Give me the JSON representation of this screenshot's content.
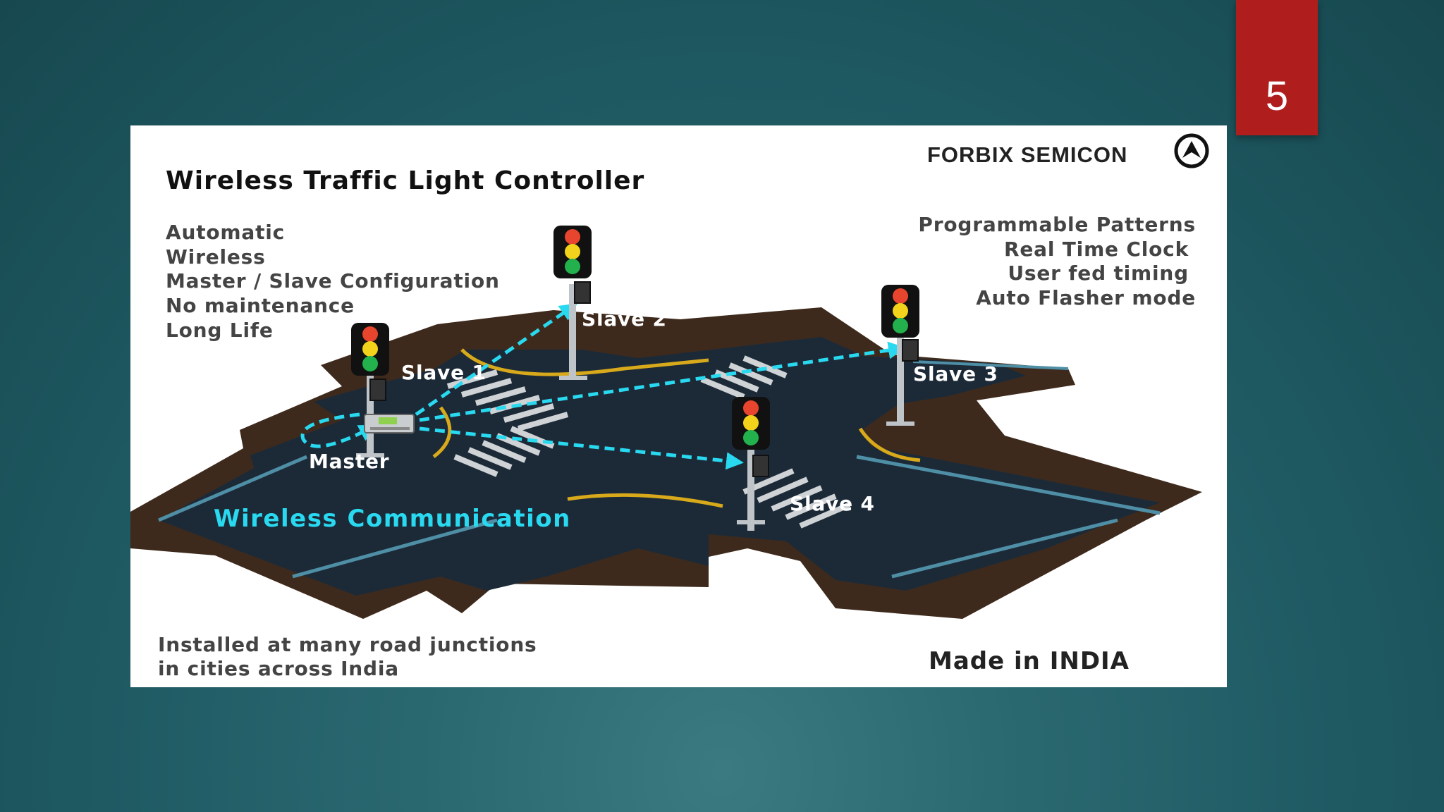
{
  "slide": {
    "number": "5"
  },
  "diagram": {
    "title": "Wireless Traffic Light Controller",
    "brand": "FORBIX SEMICON",
    "features_left": [
      "Automatic",
      "Wireless",
      "Master / Slave Configuration",
      "No maintenance",
      "Long Life"
    ],
    "features_right": [
      "Programmable Patterns",
      "Real Time Clock",
      "User fed timing",
      "Auto Flasher mode"
    ],
    "labels": {
      "slave1": "Slave 1",
      "slave2": "Slave 2",
      "slave3": "Slave 3",
      "slave4": "Slave 4",
      "master": "Master"
    },
    "wireless_label": "Wireless Communication",
    "installed": [
      "Installed at many road junctions",
      "in cities across India"
    ],
    "made_in": "Made in INDIA",
    "colors": {
      "slide_number_bg": "#b01d1d",
      "road": "#1c2a38",
      "sidewalk": "#3e2a1c",
      "signal_link": "#29d9f0",
      "light_red": "#e8452f",
      "light_yellow": "#f2d21b",
      "light_green": "#22b14c"
    },
    "icons": [
      "brand-logo-icon",
      "traffic-light-icon",
      "wireless-module-icon",
      "master-controller-icon"
    ]
  }
}
